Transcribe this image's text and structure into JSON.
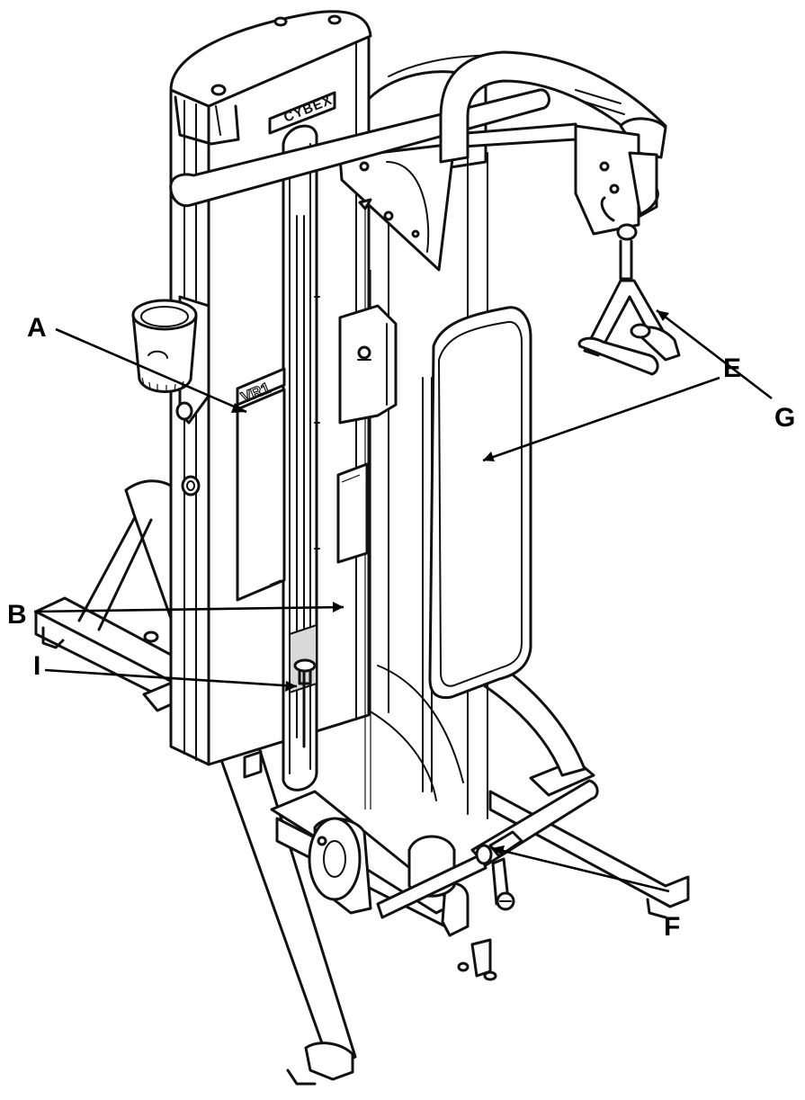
{
  "brand_label": "CYBEX",
  "model_label": "VR1",
  "callouts": {
    "A": "A",
    "B": "B",
    "E": "E",
    "F": "F",
    "G": "G",
    "I": "I"
  },
  "colors": {
    "ink": "#111111",
    "paper": "#ffffff"
  }
}
